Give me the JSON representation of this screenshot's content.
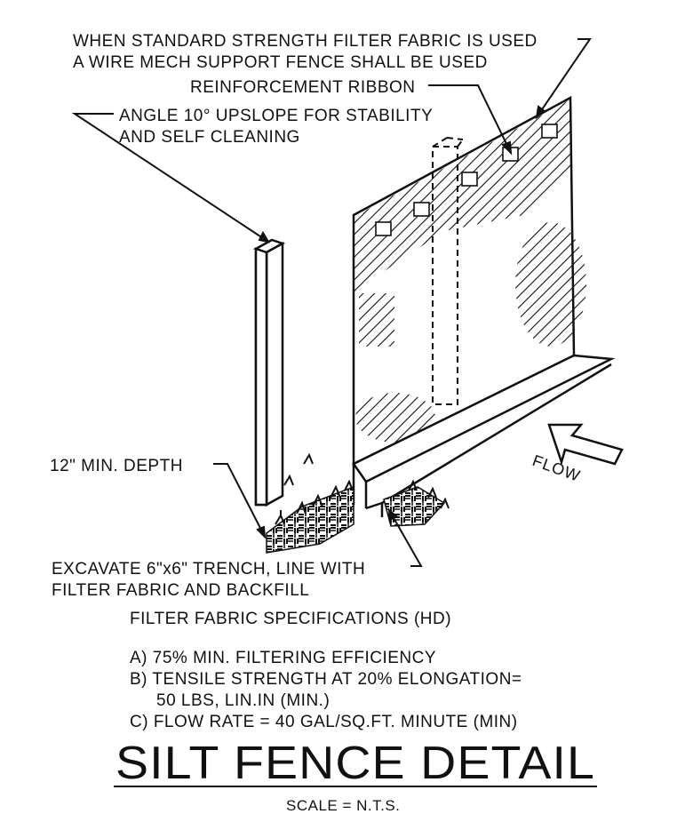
{
  "notes": {
    "wire_mesh_line1": "WHEN STANDARD STRENGTH FILTER FABRIC IS USED",
    "wire_mesh_line2": "A WIRE MECH SUPPORT FENCE SHALL BE USED",
    "ribbon": "REINFORCEMENT RIBBON",
    "angle_line1": "ANGLE 10° UPSLOPE FOR STABILITY",
    "angle_line2": "AND SELF CLEANING",
    "depth": "12\" MIN. DEPTH",
    "trench_line1": "EXCAVATE 6\"x6\" TRENCH, LINE WITH",
    "trench_line2": "FILTER FABRIC AND BACKFILL",
    "flow": "FLOW"
  },
  "specs": {
    "heading": "FILTER FABRIC SPECIFICATIONS (HD)",
    "a": "A) 75% MIN. FILTERING EFFICIENCY",
    "b1": "B) TENSILE STRENGTH AT 20% ELONGATION=",
    "b2": "50 LBS, LIN.IN (MIN.)",
    "c": "C) FLOW RATE = 40 GAL/SQ.FT. MINUTE (MIN)"
  },
  "title": "SILT FENCE DETAIL",
  "scale": "SCALE = N.T.S.",
  "colors": {
    "ink": "#111111",
    "paper": "#ffffff"
  }
}
